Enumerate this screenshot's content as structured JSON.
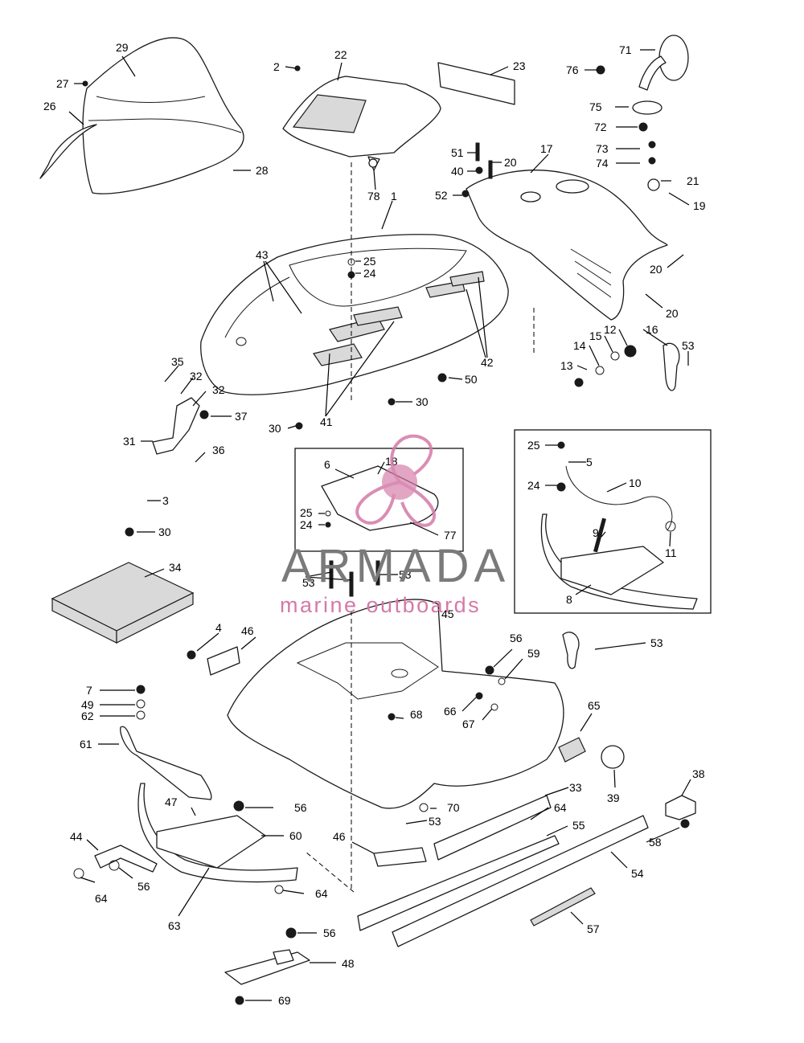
{
  "callouts": {
    "c1": "1",
    "c2": "2",
    "c3": "3",
    "c4": "4",
    "c5": "5",
    "c6": "6",
    "c7": "7",
    "c8": "8",
    "c9": "9",
    "c10": "10",
    "c11": "11",
    "c12": "12",
    "c13": "13",
    "c14": "14",
    "c15": "15",
    "c16": "16",
    "c17": "17",
    "c18": "18",
    "c19": "19",
    "c20": "20",
    "c21": "21",
    "c22": "22",
    "c23": "23",
    "c24": "24",
    "c25": "25",
    "c26": "26",
    "c27": "27",
    "c28": "28",
    "c29": "29",
    "c30": "30",
    "c31": "31",
    "c32": "32",
    "c33": "33",
    "c34": "34",
    "c35": "35",
    "c36": "36",
    "c37": "37",
    "c38": "38",
    "c39": "39",
    "c40": "40",
    "c41": "41",
    "c42": "42",
    "c43": "43",
    "c44": "44",
    "c45": "45",
    "c46": "46",
    "c47": "47",
    "c48": "48",
    "c49": "49",
    "c50": "50",
    "c51": "51",
    "c52": "52",
    "c53": "53",
    "c54": "54",
    "c55": "55",
    "c56": "56",
    "c57": "57",
    "c58": "58",
    "c59": "59",
    "c60": "60",
    "c61": "61",
    "c62": "62",
    "c63": "63",
    "c64": "64",
    "c65": "65",
    "c66": "66",
    "c67": "67",
    "c68": "68",
    "c69": "69",
    "c70": "70",
    "c71": "71",
    "c72": "72",
    "c73": "73",
    "c74": "74",
    "c75": "75",
    "c76": "76",
    "c77": "77",
    "c78": "78"
  },
  "watermark": {
    "brand": "ARMADA",
    "tagline": "marine outboards",
    "logo_color": "#d47aa8",
    "text_color": "#7a7a7a"
  }
}
